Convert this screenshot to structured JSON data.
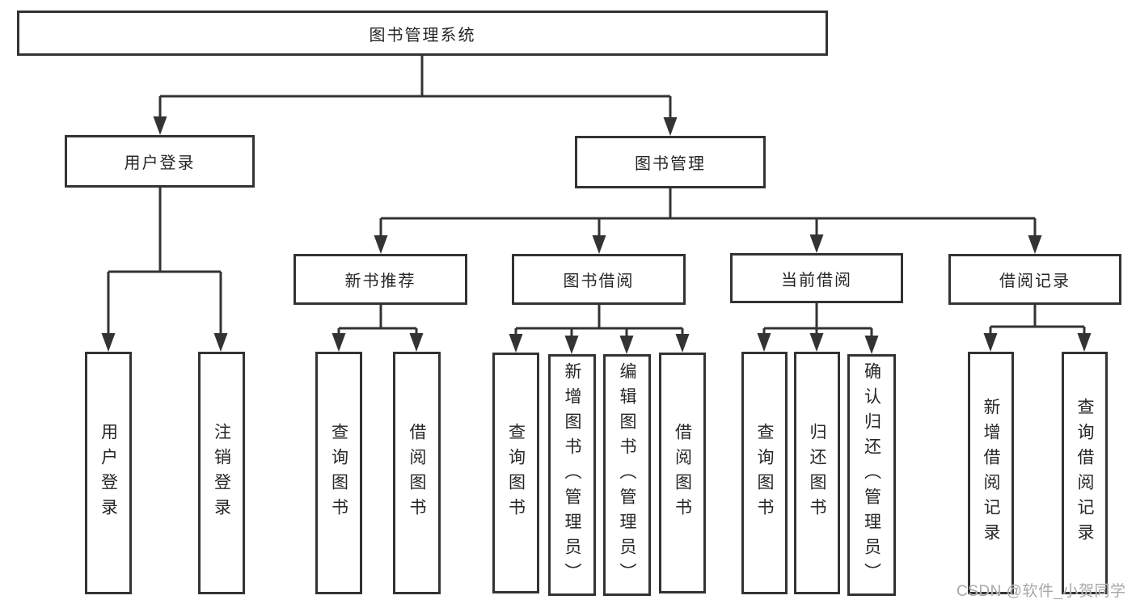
{
  "tree": {
    "root": {
      "label": "图书管理系统"
    },
    "children": [
      {
        "label": "用户登录",
        "children": [
          {
            "label": "用户登录"
          },
          {
            "label": "注销登录"
          }
        ]
      },
      {
        "label": "图书管理",
        "children": [
          {
            "label": "新书推荐",
            "children": [
              {
                "label": "查询图书"
              },
              {
                "label": "借阅图书"
              }
            ]
          },
          {
            "label": "图书借阅",
            "children": [
              {
                "label": "查询图书"
              },
              {
                "label": "新增图书（管理员）"
              },
              {
                "label": "编辑图书（管理员）"
              },
              {
                "label": "借阅图书"
              }
            ]
          },
          {
            "label": "当前借阅",
            "children": [
              {
                "label": "查询图书"
              },
              {
                "label": "归还图书"
              },
              {
                "label": "确认归还（管理员）"
              }
            ]
          },
          {
            "label": "借阅记录",
            "children": [
              {
                "label": "新增借阅记录"
              },
              {
                "label": "查询借阅记录"
              }
            ]
          }
        ]
      }
    ]
  },
  "watermark": {
    "text": "CSDN @软件_小贺同学"
  },
  "colors": {
    "line": "#333333",
    "box_border": "#333333",
    "text": "#262626",
    "watermark": "#a8a8a8",
    "background": "#ffffff"
  }
}
